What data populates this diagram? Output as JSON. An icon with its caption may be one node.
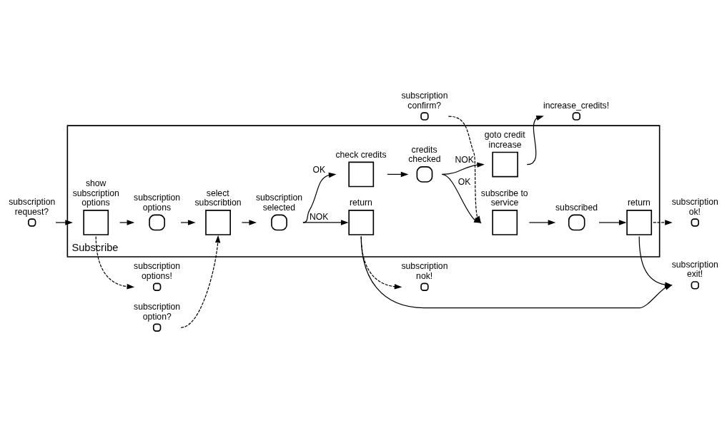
{
  "diagram": {
    "nodes": [
      {
        "text": [
          "Subscribe"
        ]
      },
      {
        "text": [
          "subscription options!"
        ]
      },
      {
        "text": [
          "subscription request?"
        ]
      },
      {
        "text": [
          "subscription option?"
        ]
      },
      {
        "text": [
          "subscription nok!"
        ]
      },
      {
        "text": [
          "subscription exit!"
        ]
      },
      {
        "text": [
          "subscription ok!"
        ]
      },
      {
        "text": [
          "subscription confirm?"
        ]
      },
      {
        "text": [
          "increase_credits!"
        ]
      },
      {
        "text": [
          "show subscription options"
        ],
        "in": 0
      },
      {
        "text": [
          "subscription options"
        ],
        "in": 0
      },
      {
        "text": [
          "select subscribtion"
        ],
        "in": 0
      },
      {
        "text": [
          "subscription selected"
        ],
        "in": 0
      },
      {
        "text": [
          "return"
        ],
        "in": 0
      },
      {
        "text": [
          "check credits"
        ],
        "in": 0
      },
      {
        "text": [
          "credits checked"
        ],
        "in": 0
      },
      {
        "text": [
          "subscribe to service"
        ],
        "in": 0
      },
      {
        "text": [
          "subscribed"
        ],
        "in": 0
      },
      {
        "text": [
          "return"
        ],
        "in": 0
      },
      {
        "text": [
          "goto credit increase"
        ],
        "in": 0
      }
    ],
    "edges": [
      {
        "from": 2,
        "to": 9,
        "arrow": "to"
      },
      {
        "from": 9,
        "to": 1,
        "arrow": "to",
        "style": "dashed"
      },
      {
        "from": 9,
        "to": 10,
        "arrow": "to"
      },
      {
        "from": 10,
        "to": 11,
        "arrow": "to"
      },
      {
        "from": 3,
        "to": 11,
        "arrow": "to",
        "style": "dashed"
      },
      {
        "from": 11,
        "to": 12,
        "arrow": "to"
      },
      {
        "from": 12,
        "to": 13,
        "arrow": "to",
        "label": "NOK"
      },
      {
        "from": 13,
        "to": 4,
        "arrow": "to",
        "style": "dashed"
      },
      {
        "from": 13,
        "to": 5,
        "arrow": "to"
      },
      {
        "from": 12,
        "to": 14,
        "arrow": "to",
        "label": "OK"
      },
      {
        "from": 14,
        "to": 15,
        "arrow": "to"
      },
      {
        "from": 15,
        "to": 16,
        "arrow": "to",
        "label": "OK"
      },
      {
        "from": 15,
        "to": 19,
        "arrow": "to",
        "label": "NOK"
      },
      {
        "from": 19,
        "to": 8,
        "arrow": "to"
      },
      {
        "from": 7,
        "to": 16,
        "arrow": "to",
        "style": "dashed"
      },
      {
        "from": 16,
        "to": 17,
        "arrow": "to"
      },
      {
        "from": 17,
        "to": 18,
        "arrow": "to"
      },
      {
        "from": 18,
        "to": 5,
        "arrow": "to"
      },
      {
        "from": 18,
        "to": 6,
        "arrow": "to",
        "style": "dashed"
      }
    ]
  }
}
